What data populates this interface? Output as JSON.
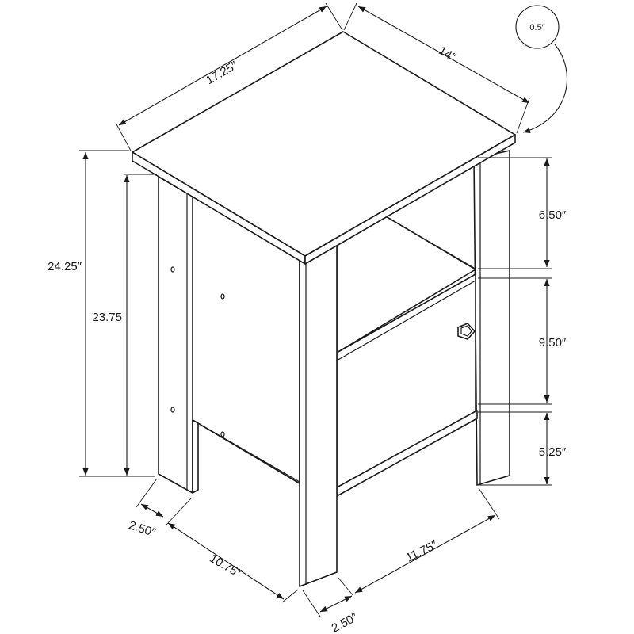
{
  "dimensions": {
    "top_width": "17.25″",
    "top_depth": "14″",
    "top_thickness": "0.5″",
    "overall_height": "24.25″",
    "leg_height": "23.75",
    "open_shelf": "6.50″",
    "door_height": "9.50″",
    "bottom_clearance": "5.25″",
    "leg_side_width": "2.50″",
    "side_panel_width": "10.75″",
    "front_panel_width": "11.75″",
    "leg_front_width": "2.50″"
  }
}
